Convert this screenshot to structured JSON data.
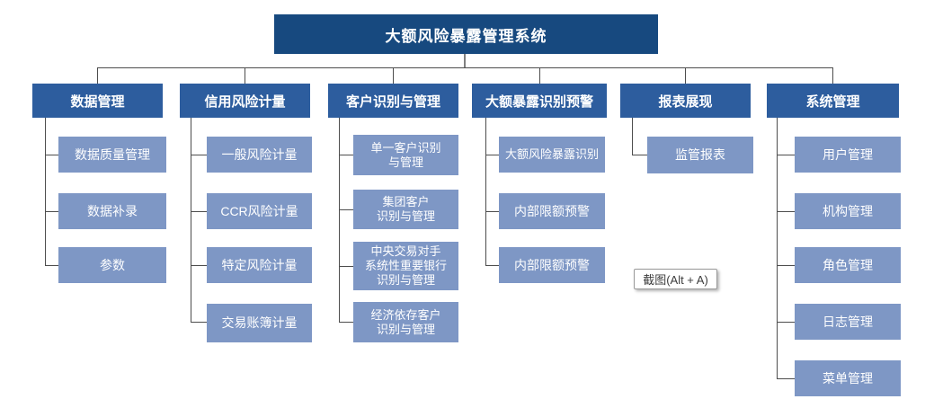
{
  "root": {
    "label": "大额风险暴露管理系统"
  },
  "columns": [
    {
      "header": "数据管理",
      "children": [
        {
          "label": "数据质量管理"
        },
        {
          "label": "数据补录"
        },
        {
          "label": "参数"
        }
      ]
    },
    {
      "header": "信用风险计量",
      "children": [
        {
          "label": "一般风险计量"
        },
        {
          "label": "CCR风险计量"
        },
        {
          "label": "特定风险计量"
        },
        {
          "label": "交易账簿计量"
        }
      ]
    },
    {
      "header": "客户识别与管理",
      "children": [
        {
          "label": "单一客户识别\n与管理"
        },
        {
          "label": "集团客户\n识别与管理"
        },
        {
          "label": "中央交易对手\n系统性重要银行\n识别与管理"
        },
        {
          "label": "经济依存客户\n识别与管理"
        }
      ]
    },
    {
      "header": "大额暴露识别预警",
      "children": [
        {
          "label": "大额风险暴露识别"
        },
        {
          "label": "内部限额预警"
        },
        {
          "label": "内部限额预警"
        }
      ]
    },
    {
      "header": "报表展现",
      "children": [
        {
          "label": "监管报表"
        }
      ]
    },
    {
      "header": "系统管理",
      "children": [
        {
          "label": "用户管理"
        },
        {
          "label": "机构管理"
        },
        {
          "label": "角色管理"
        },
        {
          "label": "日志管理"
        },
        {
          "label": "菜单管理"
        }
      ]
    }
  ],
  "tooltip": {
    "label": "截图(Alt + A)"
  },
  "colors": {
    "root_bg": "#17497F",
    "header_bg": "#2D5D9E",
    "child_bg": "#7E97C5",
    "connector": "#4D4D4D"
  }
}
